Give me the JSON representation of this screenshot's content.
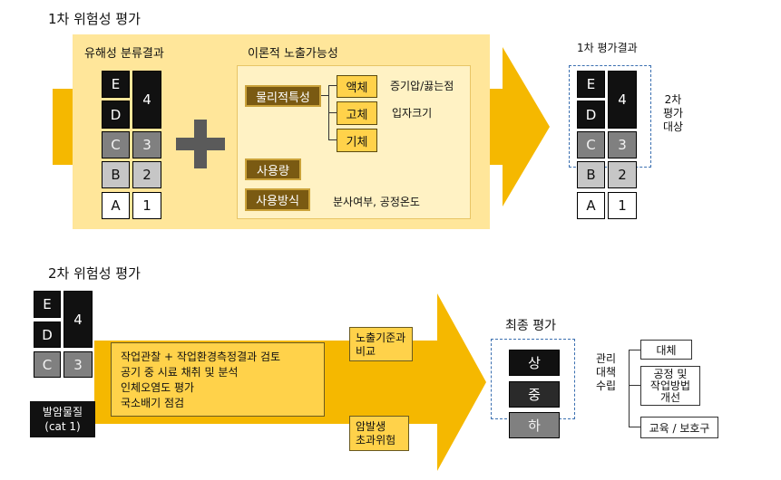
{
  "section1": {
    "title": "1차 위험성 평가",
    "left_group_label": "유해성 분류결과",
    "hazard_letters": [
      "E",
      "D",
      "C",
      "B",
      "A"
    ],
    "hazard_numbers": [
      "4",
      "3",
      "2",
      "1"
    ],
    "right_group_label": "이론적 노출가능성",
    "physical_label": "물리적특성",
    "states": [
      "액체",
      "고체",
      "기체"
    ],
    "liquid_note": "증기압/끓는점",
    "solid_note": "입자크기",
    "usage_label": "사용량",
    "method_label": "사용방식",
    "method_note": "분사여부, 공정온도",
    "result_title": "1차 평가결과",
    "result_letters": [
      "E",
      "D",
      "C",
      "B",
      "A"
    ],
    "result_numbers": [
      "4",
      "3",
      "2",
      "1"
    ],
    "second_target_note": [
      "2차",
      "평가",
      "대상"
    ]
  },
  "section2": {
    "title": "2차 위험성 평가",
    "letters": [
      "E",
      "D",
      "C"
    ],
    "numbers": [
      "4",
      "3"
    ],
    "carcinogen_label": [
      "발암물질",
      "(cat 1)"
    ],
    "activities": [
      "작업관찰 + 작업환경측정결과 검토",
      "공기 중 시료 채취 및 분석",
      "인체오염도 평가",
      "국소배기 점검"
    ],
    "exposure_compare": [
      "노출기준과",
      "비교"
    ],
    "cancer_risk": [
      "암발생",
      "초과위험"
    ],
    "final_title": "최종 평가",
    "levels": [
      "상",
      "중",
      "하"
    ],
    "management_label": [
      "관리",
      "대책",
      "수립"
    ],
    "measures": [
      "대체",
      "공정 및\n작업방법\n개선",
      "교육 / 보호구"
    ]
  },
  "colors": {
    "arrow_yellow": "#f5b800",
    "panel_yellow": "#ffe69a",
    "inner_panel": "#fff2c4",
    "brown": "#7a5a12",
    "dark": "#111111",
    "mid_gray": "#808080",
    "light_gray": "#c6c6c6"
  }
}
